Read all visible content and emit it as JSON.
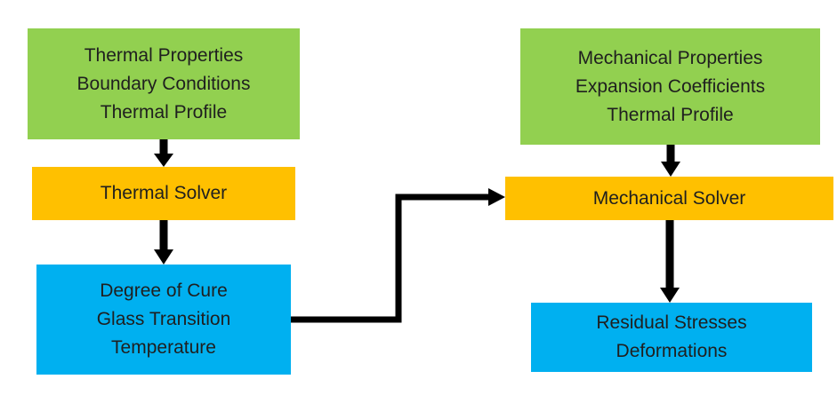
{
  "colors": {
    "background": "#ffffff",
    "green": "#92d050",
    "orange": "#ffc000",
    "blue": "#00b0f0",
    "arrow": "#000000",
    "text": "#1f1f1f"
  },
  "nodes": {
    "thermal_inputs": {
      "lines": [
        "Thermal Properties",
        "Boundary Conditions",
        "Thermal Profile"
      ],
      "color": "#92d050"
    },
    "thermal_solver": {
      "lines": [
        "Thermal Solver"
      ],
      "color": "#ffc000"
    },
    "thermal_outputs": {
      "lines": [
        "Degree of Cure",
        "Glass Transition",
        "Temperature"
      ],
      "color": "#00b0f0"
    },
    "mechanical_inputs": {
      "lines": [
        "Mechanical Properties",
        "Expansion Coefficients",
        "Thermal Profile"
      ],
      "color": "#92d050"
    },
    "mechanical_solver": {
      "lines": [
        "Mechanical Solver"
      ],
      "color": "#ffc000"
    },
    "mechanical_outputs": {
      "lines": [
        "Residual Stresses",
        "Deformations"
      ],
      "color": "#00b0f0"
    }
  },
  "edges": [
    {
      "from": "thermal_inputs",
      "to": "thermal_solver"
    },
    {
      "from": "thermal_solver",
      "to": "thermal_outputs"
    },
    {
      "from": "thermal_outputs",
      "to": "mechanical_solver"
    },
    {
      "from": "mechanical_inputs",
      "to": "mechanical_solver"
    },
    {
      "from": "mechanical_solver",
      "to": "mechanical_outputs"
    }
  ]
}
